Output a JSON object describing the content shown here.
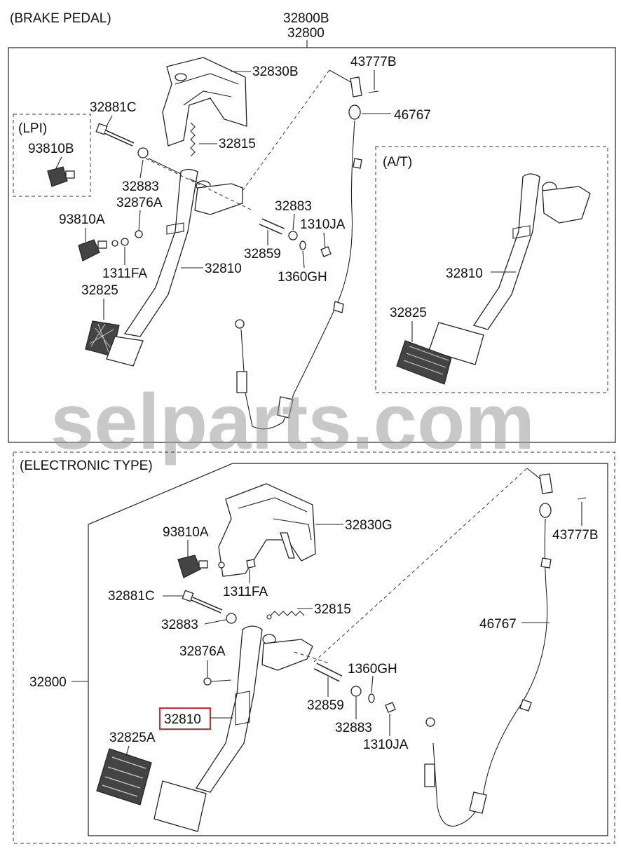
{
  "watermark": "selparts.com",
  "sections": {
    "brake_pedal": "(BRAKE PEDAL)",
    "lpi": "(LPI)",
    "at": "(A/T)",
    "electronic": "(ELECTRONIC TYPE)"
  },
  "highlight_color": "#dd1111",
  "top_labels": {
    "p32800b": "32800B",
    "p32800": "32800",
    "p32830b": "32830B",
    "p43777b": "43777B",
    "p46767": "46767",
    "p32881c": "32881C",
    "p93810b": "93810B",
    "p32815": "32815",
    "p32883a": "32883",
    "p32876a": "32876A",
    "p93810a": "93810A",
    "p32883b": "32883",
    "p1310ja": "1310JA",
    "p32859": "32859",
    "p32810": "32810",
    "p1311fa": "1311FA",
    "p1360gh": "1360GH",
    "p32825": "32825",
    "at32810": "32810",
    "at32825": "32825"
  },
  "bottom_labels": {
    "p32830g": "32830G",
    "p93810a": "93810A",
    "p43777b": "43777B",
    "p1311fa": "1311FA",
    "p32881c": "32881C",
    "p32815": "32815",
    "p46767": "46767",
    "p32883a": "32883",
    "p32876a": "32876A",
    "p1360gh": "1360GH",
    "p32800": "32800",
    "p32859": "32859",
    "p32810": "32810",
    "p32883b": "32883",
    "p1310ja": "1310JA",
    "p32825a": "32825A"
  }
}
